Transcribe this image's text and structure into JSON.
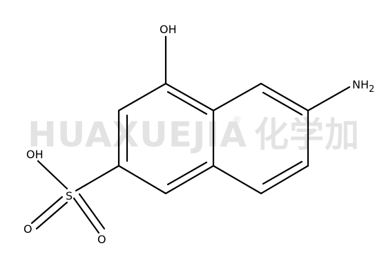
{
  "watermark": {
    "latin": "HUAXUEJIA",
    "registered": "®",
    "chinese": "化学加"
  },
  "atoms": {
    "hydroxyl": "OH",
    "amino": "NH",
    "amino_subscript": "2",
    "sulfonic_oh": "OH",
    "sulfur": "S",
    "oxo_left": "O",
    "oxo_right": "O"
  }
}
